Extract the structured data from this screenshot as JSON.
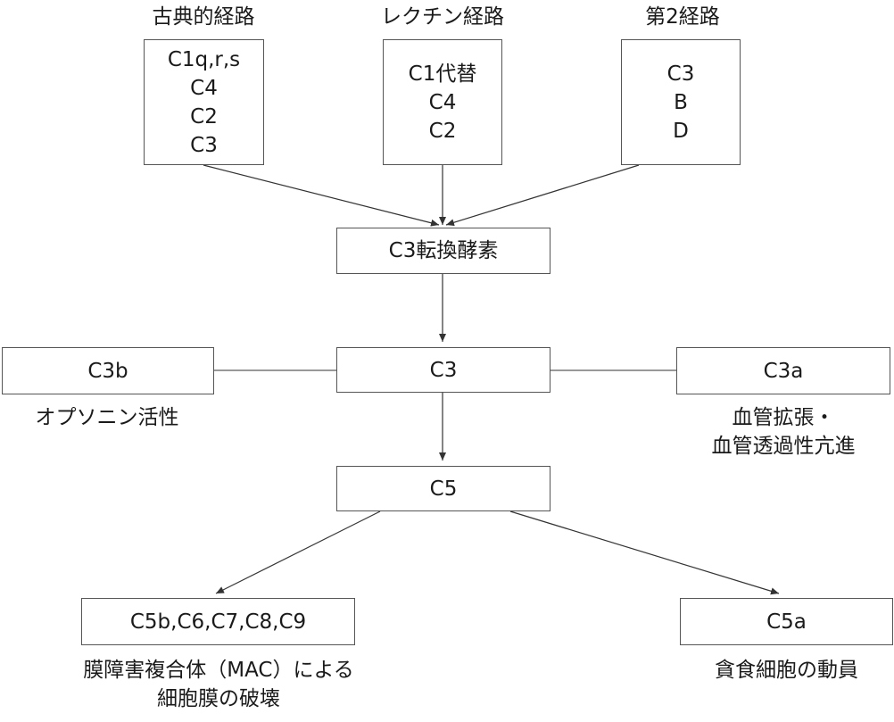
{
  "pathways": {
    "classical": {
      "title": "古典的経路",
      "components": [
        "C1q,r,s",
        "C4",
        "C2",
        "C3"
      ]
    },
    "lectin": {
      "title": "レクチン経路",
      "components": [
        "C1代替",
        "C4",
        "C2"
      ]
    },
    "alternative": {
      "title": "第2経路",
      "components": [
        "C3",
        "B",
        "D"
      ]
    }
  },
  "nodes": {
    "c3_convertase": "C3転換酵素",
    "c3": "C3",
    "c3b": "C3b",
    "c3a": "C3a",
    "c5": "C5",
    "mac": "C5b,C6,C7,C8,C9",
    "c5a": "C5a"
  },
  "effects": {
    "c3b": "オプソニン活性",
    "c3a_line1": "血管拡張・",
    "c3a_line2": "血管透過性亢進",
    "mac_line1": "膜障害複合体（MAC）による",
    "mac_line2": "細胞膜の破壊",
    "c5a": "貪食細胞の動員"
  },
  "colors": {
    "line": "#333333",
    "box_border": "#555555",
    "text": "#1a1a1a"
  }
}
